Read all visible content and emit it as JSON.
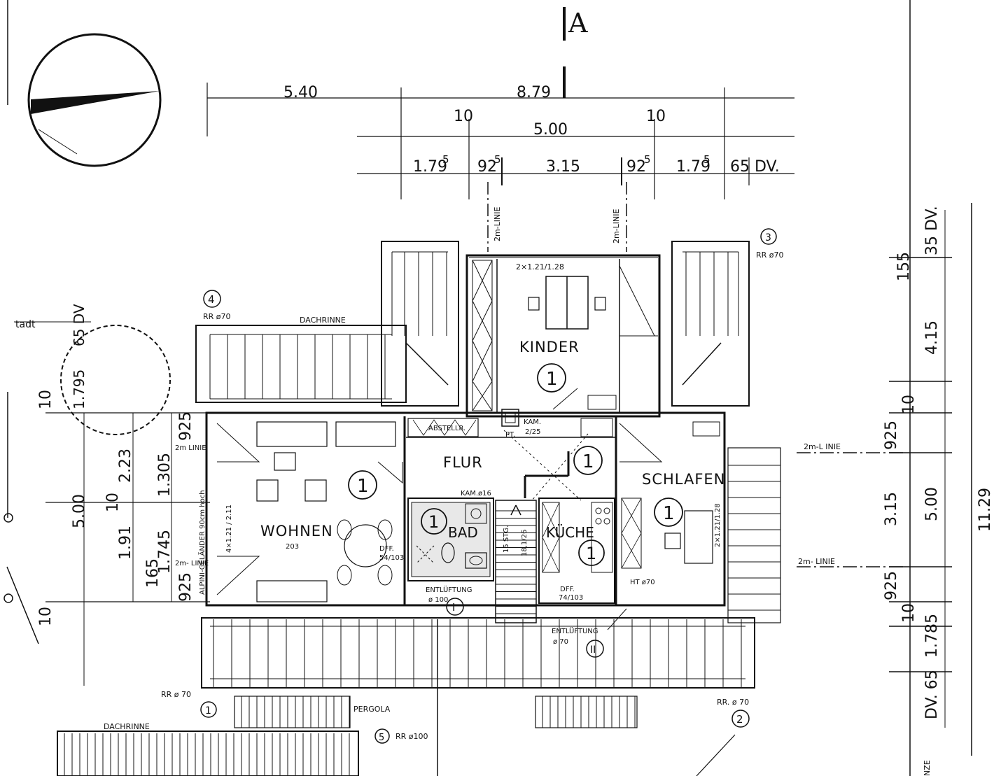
{
  "section_marker": "A",
  "dimensions": {
    "top_row1": [
      "5.40",
      "8.79"
    ],
    "top_row2": [
      "10",
      "10"
    ],
    "top_row3": [
      "5.00"
    ],
    "top_row4": [
      "1.79",
      "5",
      "92",
      "5",
      "3.15",
      "92",
      "5",
      "1.79",
      "5",
      "65 DV."
    ],
    "right_col": [
      "35 DV.",
      "155",
      "4.15",
      "10",
      "925",
      "3.15",
      "5.00",
      "11.29",
      "925",
      "10",
      "1.785",
      "DV. 65"
    ],
    "left_col": [
      "1.795",
      "65 DV",
      "10",
      "2.23",
      "1.305",
      "925",
      "5.00",
      "10",
      "1.91",
      "1.745",
      "165",
      "925",
      "10"
    ]
  },
  "rooms": {
    "kinder": "KINDER",
    "flur": "FLUR",
    "wohnen": "WOHNEN",
    "wohnen_sub": "203",
    "schlafen": "SCHLAFEN",
    "bad": "BAD",
    "kuche": "KÜCHE",
    "abstell": "ABSTELLR.",
    "kam": "KAM.",
    "kam_dim": "2/25",
    "pt": "PT."
  },
  "annotations": {
    "dachrinne_top": "DACHRINNE",
    "dachrinne_bottom": "DACHRINNE",
    "pergola": "PERGOLA",
    "linie_v1": "2m-LINIE",
    "linie_v2": "2m-LINIE",
    "linie_h1": "2m-L INIE",
    "linie_h2": "2m- LINIE",
    "linie_left1": "2m LINIE",
    "linie_left2": "2m- LINIE",
    "window_kinder": "2×1.21/1.28",
    "window_schlafen": "2×1.21/1.28",
    "window_wohnen": "4×1.21 / 2.11",
    "gelaender": "ALPINI-GELÄNDER 90cm hoch",
    "kam16": "KAM.ø16",
    "stairs": "15 STG.",
    "stairs_ratio": "18,1/26",
    "dff_bad": "DFF.",
    "dff_bad_dim": "54/103",
    "dff_kuche": "DFF.",
    "dff_kuche_dim": "74/103",
    "entl1": "ENTLÜFTUNG",
    "entl1_dim": "ø 100",
    "entl1_mark": "I",
    "entl2": "ENTLÜFTUNG",
    "entl2_dim": "ø 70",
    "entl2_mark": "II",
    "ht": "HT ø70",
    "stadt": "tadt"
  },
  "downpipes": [
    {
      "num": "1",
      "label": "RR ø 70"
    },
    {
      "num": "2",
      "label": "RR. ø 70"
    },
    {
      "num": "3",
      "label": "RR ø70"
    },
    {
      "num": "4",
      "label": "RR ø70"
    },
    {
      "num": "5",
      "label": "RR ø100"
    }
  ],
  "level_mark": "1",
  "bottom_right": "NZE"
}
